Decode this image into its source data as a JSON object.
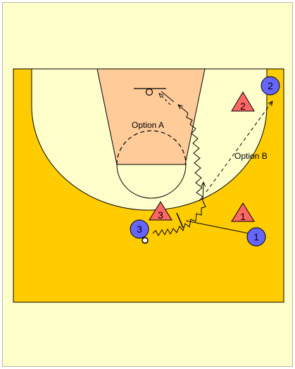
{
  "diagram": {
    "colors": {
      "page_background": "#ffffcc",
      "court": "#ffcc00",
      "inside_arc": "#ffffcc",
      "paint": "#ffcc99",
      "offense": "#6666ff",
      "defense": "#ff6666",
      "lines": "#000000"
    },
    "annotations": {
      "option_a": "Option A",
      "option_b": "Option B"
    },
    "offense_players": [
      {
        "id": "o1",
        "label": "1",
        "has_ball": false
      },
      {
        "id": "o2",
        "label": "2",
        "has_ball": false
      },
      {
        "id": "o3",
        "label": "3",
        "has_ball": true
      }
    ],
    "defense_players": [
      {
        "id": "x1",
        "label": "1"
      },
      {
        "id": "x2",
        "label": "2"
      },
      {
        "id": "x3",
        "label": "3"
      }
    ],
    "actions": [
      {
        "id": "screen",
        "type": "screen",
        "from": "1",
        "to": "3"
      },
      {
        "id": "dribble",
        "type": "dribble",
        "player": "3"
      },
      {
        "id": "option-a",
        "type": "dribble-drive",
        "player": "3",
        "label": "Option A"
      },
      {
        "id": "option-b",
        "type": "pass",
        "from": "3",
        "to": "2",
        "label": "Option B"
      }
    ],
    "icons": [
      "basket-icon",
      "ball-icon"
    ]
  }
}
